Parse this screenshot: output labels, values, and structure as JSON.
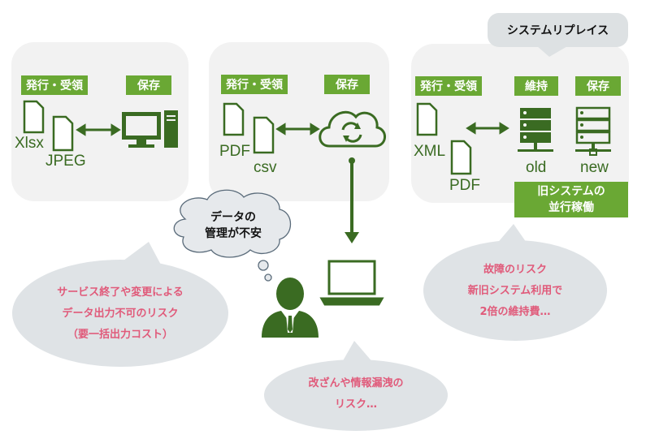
{
  "callout_replace": "システムリプレイス",
  "panels": [
    {
      "tags": [
        "発行・受領",
        "保存"
      ],
      "files": [
        "Xlsx",
        "JPEG"
      ]
    },
    {
      "tags": [
        "発行・受領",
        "保存"
      ],
      "files": [
        "PDF",
        "csv"
      ]
    },
    {
      "tags": [
        "発行・受領",
        "維持",
        "保存"
      ],
      "files": [
        "XML",
        "PDF"
      ],
      "server_old": "old",
      "server_new": "new",
      "parallel": "旧システムの\n並行稼働"
    }
  ],
  "thought": "データの\n管理が不安",
  "bubbles": {
    "left": "サービス終了や変更による\nデータ出力不可のリスク\n（要一括出力コスト）",
    "right": "故障のリスク\n新旧システム利用で\n2倍の維持費…",
    "bottom": "改ざんや情報漏洩の\nリスク…"
  },
  "colors": {
    "primary": "#3a6b22",
    "tag": "#6aa834",
    "panel": "#f2f2f2",
    "bubble": "#dfe3e6",
    "risk_text": "#e05a7a"
  }
}
